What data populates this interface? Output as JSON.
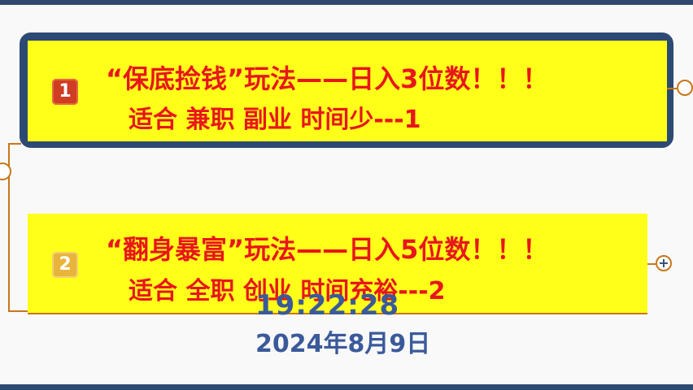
{
  "colors": {
    "frame": "#2f4a70",
    "card_fill": "#ffff1a",
    "title_text": "#e8161b",
    "connector": "#c8761a",
    "timestamp_text": "#3a5a9a"
  },
  "nodes": [
    {
      "badge": "1",
      "title": "“保底捡钱”玩法——日入3位数！！！",
      "subtitle": "适合 兼职 副业 时间少---1"
    },
    {
      "badge": "2",
      "title": "“翻身暴富”玩法——日入5位数！！！",
      "subtitle": "适合  全职  创业  时间充裕---2"
    }
  ],
  "collapse_icon": "minus-icon",
  "expand_icon": "plus-icon",
  "expand_symbol": "+",
  "overlay": {
    "time": "19:22:28",
    "date": "2024年8月9日"
  }
}
